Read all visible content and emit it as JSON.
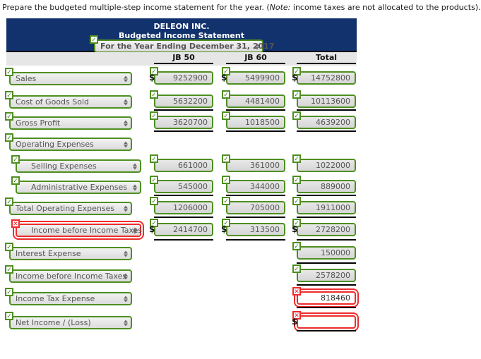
{
  "prompt": {
    "before": "Prepare the budgeted multiple-step income statement for the year. (",
    "note": "Note:",
    "after": " income taxes are not allocated to the products)."
  },
  "statement": {
    "company": "DELEON INC.",
    "title": "Budgeted Income Statement",
    "period": "For the Year Ending December 31, 2017",
    "columns": [
      "JB 50",
      "JB 60",
      "Total"
    ]
  },
  "colors": {
    "banner": "#12326e",
    "valid": "#4e8f21",
    "invalid": "#ee2b2b"
  },
  "rows": [
    {
      "label": "Sales",
      "indent": false,
      "label_state": "ok",
      "jb50": "9252900",
      "jb60": "5499900",
      "total": "14752800",
      "states": [
        "ok",
        "ok",
        "ok"
      ],
      "dollar": true
    },
    {
      "label": "Cost of Goods Sold",
      "indent": false,
      "label_state": "ok",
      "jb50": "5632200",
      "jb60": "4481400",
      "total": "10113600",
      "states": [
        "ok",
        "ok",
        "ok"
      ],
      "dollar": false
    },
    {
      "label": "Gross Profit",
      "indent": false,
      "label_state": "ok",
      "jb50": "3620700",
      "jb60": "1018500",
      "total": "4639200",
      "states": [
        "ok",
        "ok",
        "ok"
      ],
      "dollar": false
    },
    {
      "label": "Operating Expenses",
      "indent": false,
      "label_state": "ok",
      "jb50": "",
      "jb60": "",
      "total": "",
      "states": [
        null,
        null,
        null
      ],
      "dollar": false
    },
    {
      "label": "Selling Expenses",
      "indent": true,
      "label_state": "ok",
      "jb50": "661000",
      "jb60": "361000",
      "total": "1022000",
      "states": [
        "ok",
        "ok",
        "ok"
      ],
      "dollar": false
    },
    {
      "label": "Administrative Expenses",
      "indent": true,
      "label_state": "ok",
      "jb50": "545000",
      "jb60": "344000",
      "total": "889000",
      "states": [
        "ok",
        "ok",
        "ok"
      ],
      "dollar": false
    },
    {
      "label": "Total Operating Expenses",
      "indent": false,
      "label_state": "ok",
      "jb50": "1206000",
      "jb60": "705000",
      "total": "1911000",
      "states": [
        "ok",
        "ok",
        "ok"
      ],
      "dollar": false
    },
    {
      "label": "Income before Income Taxes",
      "indent": true,
      "label_state": "bad",
      "jb50": "2414700",
      "jb60": "313500",
      "total": "2728200",
      "states": [
        "ok",
        "ok",
        "ok"
      ],
      "dollar": true
    },
    {
      "label": "Interest Expense",
      "indent": false,
      "label_state": "ok",
      "jb50": "",
      "jb60": "",
      "total": "150000",
      "states": [
        null,
        null,
        "ok"
      ],
      "dollar": false
    },
    {
      "label": "Income before Income Taxes",
      "indent": false,
      "label_state": "ok",
      "jb50": "",
      "jb60": "",
      "total": "2578200",
      "states": [
        null,
        null,
        "ok"
      ],
      "dollar": false
    },
    {
      "label": "Income Tax Expense",
      "indent": false,
      "label_state": "ok",
      "jb50": "",
      "jb60": "",
      "total": "818460",
      "states": [
        null,
        null,
        "bad"
      ],
      "dollar": false
    },
    {
      "label": "Net Income / (Loss)",
      "indent": false,
      "label_state": "ok",
      "jb50": "",
      "jb60": "",
      "total": "",
      "states": [
        null,
        null,
        "bad"
      ],
      "dollar": true
    }
  ],
  "badges": {
    "ok_glyph": "✓",
    "bad_glyph": "✕"
  }
}
